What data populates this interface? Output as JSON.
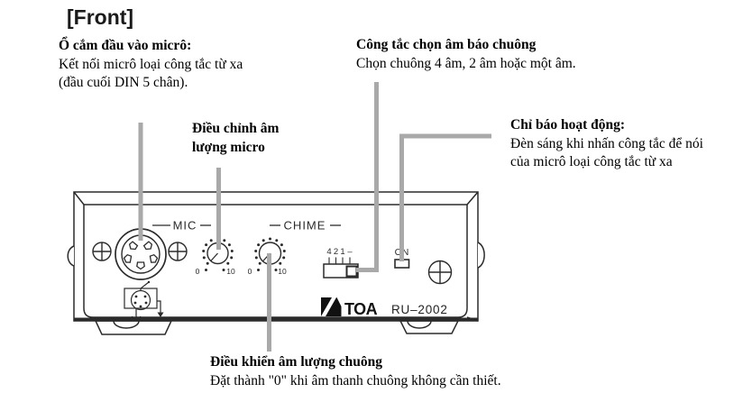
{
  "page_title": "[Front]",
  "annotations": {
    "mic_jack": {
      "title": "Ổ cắm đầu vào micrô:",
      "line1": "Kết nối micrô loại công tắc từ xa",
      "line2": "(đầu cuối DIN 5 chân)."
    },
    "chime_selector": {
      "title": "Công tắc chọn âm báo chuông",
      "line1": "Chọn chuông 4 âm, 2 âm hoặc một âm."
    },
    "mic_volume": {
      "title_line1": "Điều chỉnh âm",
      "title_line2": "lượng micro"
    },
    "indicator": {
      "title": "Chỉ báo hoạt động:",
      "line1": "Đèn sáng khi nhấn công tắc để nói",
      "line2": "của micrô loại công tắc từ xa"
    },
    "chime_volume": {
      "title": "Điều khiển âm lượng chuông",
      "line1": "Đặt thành \"0\" khi âm thanh chuông không cần thiết."
    }
  },
  "device": {
    "mic_label": "MIC",
    "chime_label": "CHIME",
    "on_label": "ON",
    "brand": "TOA",
    "model": "RU–2002",
    "knob_min": "0",
    "knob_max": "10",
    "switch_positions": [
      "4",
      "2",
      "1",
      "–"
    ]
  },
  "colors": {
    "callout_line": "#a9a9a9",
    "drawing_line": "#2b2b2b",
    "text": "#000000"
  }
}
